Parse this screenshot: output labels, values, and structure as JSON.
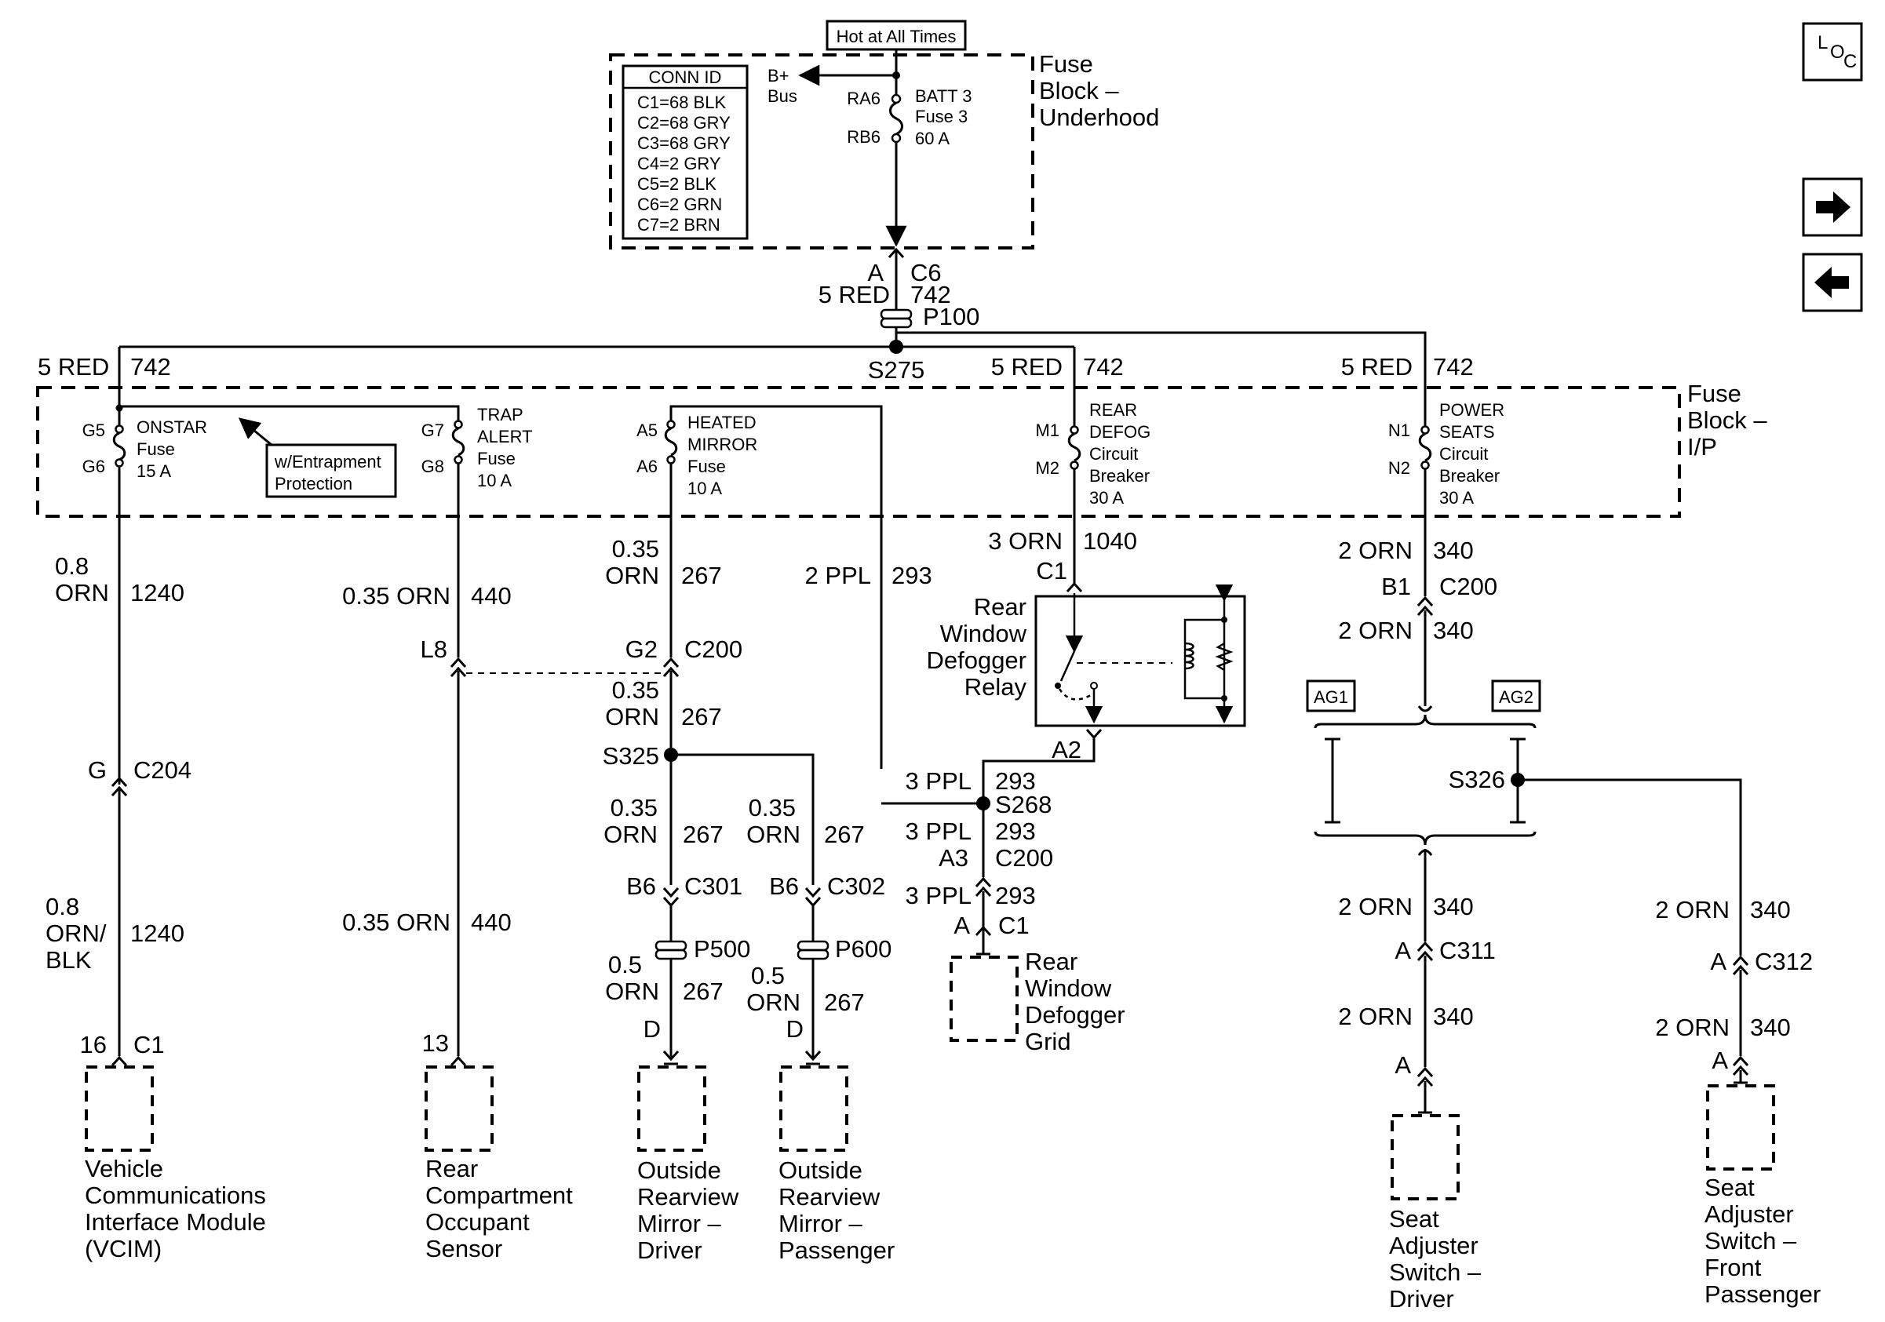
{
  "source": {
    "label": "Hot at All Times"
  },
  "underhood": {
    "title": [
      "Fuse",
      "Block –",
      "Underhood"
    ],
    "conn_id_title": "CONN ID",
    "conn_ids": [
      "C1=68 BLK",
      "C2=68 GRY",
      "C3=68 GRY",
      "C4=2 GRY",
      "C5=2 BLK",
      "C6=2 GRN",
      "C7=2 BRN"
    ],
    "bus": [
      "B+",
      "Bus"
    ],
    "pin_in": "RA6",
    "pin_out": "RB6",
    "fuse": [
      "BATT 3",
      "Fuse 3",
      "60 A"
    ]
  },
  "feed": {
    "pin": "A",
    "connector": "C6",
    "wire": "5 RED",
    "circuit": "742",
    "pass_through": "P100",
    "splice": "S275"
  },
  "ip_block": {
    "title": [
      "Fuse",
      "Block –",
      "I/P"
    ]
  },
  "branch_labels": [
    {
      "wire": "5 RED",
      "circuit": "742"
    },
    {
      "wire": "5 RED",
      "circuit": "742"
    },
    {
      "wire": "5 RED",
      "circuit": "742"
    }
  ],
  "fuses": [
    {
      "pin_in": "G5",
      "pin_out": "G6",
      "name": [
        "ONSTAR",
        "Fuse",
        "15 A"
      ]
    },
    {
      "pin_in": "G7",
      "pin_out": "G8",
      "name": [
        "TRAP",
        "ALERT",
        "Fuse",
        "10 A"
      ]
    },
    {
      "pin_in": "A5",
      "pin_out": "A6",
      "name": [
        "HEATED",
        "MIRROR",
        "Fuse",
        "10 A"
      ]
    },
    {
      "pin_in": "M1",
      "pin_out": "M2",
      "name": [
        "REAR",
        "DEFOG",
        "Circuit",
        "Breaker",
        "30 A"
      ]
    },
    {
      "pin_in": "N1",
      "pin_out": "N2",
      "name": [
        "POWER",
        "SEATS",
        "Circuit",
        "Breaker",
        "30 A"
      ]
    }
  ],
  "entrapment": [
    "w/Entrapment",
    "Protection"
  ],
  "onstar": {
    "wire_a": [
      "0.8",
      "ORN"
    ],
    "circuit_a": "1240",
    "conn_pin": "G",
    "conn": "C204",
    "wire_b": [
      "0.8",
      "ORN/",
      "BLK"
    ],
    "circuit_b": "1240",
    "module_pin": "16",
    "module_conn": "C1",
    "module": [
      "Vehicle",
      "Communications",
      "Interface Module",
      "(VCIM)"
    ]
  },
  "trap": {
    "wire_a": "0.35 ORN",
    "circuit_a": "440",
    "conn_pin": "L8",
    "wire_b": "0.35 ORN",
    "circuit_b": "440",
    "module_pin": "13",
    "module": [
      "Rear",
      "Compartment",
      "Occupant",
      "Sensor"
    ]
  },
  "mirror": {
    "wire_a": [
      "0.35",
      "ORN"
    ],
    "circuit_a": "267",
    "conn_pin": "G2",
    "conn": "C200",
    "wire_b": [
      "0.35",
      "ORN"
    ],
    "circuit_b": "267",
    "splice": "S325",
    "driver": {
      "wire": [
        "0.35",
        "ORN"
      ],
      "circuit": "267",
      "pin": "B6",
      "conn": "C301",
      "pass": "P500",
      "wire2": [
        "0.5",
        "ORN"
      ],
      "circuit2": "267",
      "pin2": "D",
      "module": [
        "Outside",
        "Rearview",
        "Mirror –",
        "Driver"
      ]
    },
    "passenger": {
      "wire": [
        "0.35",
        "ORN"
      ],
      "circuit": "267",
      "pin": "B6",
      "conn": "C302",
      "pass": "P600",
      "wire2": [
        "0.5",
        "ORN"
      ],
      "circuit2": "267",
      "pin2": "D",
      "module": [
        "Outside",
        "Rearview",
        "Mirror –",
        "Passenger"
      ]
    }
  },
  "defog": {
    "wire_a": "3 ORN",
    "circuit_a": "1040",
    "relay_pin_in": "C1",
    "relay": [
      "Rear",
      "Window",
      "Defogger",
      "Relay"
    ],
    "relay_pin_out": "A2",
    "wire_b": "3 PPL",
    "circuit_b": "293",
    "splice": "S268",
    "mirror_feed_wire": "2 PPL",
    "mirror_feed_circuit": "293",
    "wire_c": "3 PPL",
    "circuit_c": "293",
    "conn_pin": "A3",
    "conn": "C200",
    "wire_d": "3 PPL",
    "circuit_d": "293",
    "grid_pin": "A",
    "grid_conn": "C1",
    "grid": [
      "Rear",
      "Window",
      "Defogger",
      "Grid"
    ]
  },
  "seats": {
    "wire_a": "2 ORN",
    "circuit_a": "340",
    "conn_pin": "B1",
    "conn": "C200",
    "wire_b": "2 ORN",
    "circuit_b": "340",
    "tag_left": "AG1",
    "tag_right": "AG2",
    "splice": "S326",
    "driver": {
      "wire": "2 ORN",
      "circuit": "340",
      "pin": "A",
      "conn": "C311",
      "wire2": "2 ORN",
      "circuit2": "340",
      "pin2": "A",
      "module": [
        "Seat",
        "Adjuster",
        "Switch –",
        "Driver"
      ]
    },
    "passenger": {
      "wire": "2 ORN",
      "circuit": "340",
      "pin": "A",
      "conn": "C312",
      "wire2": "2 ORN",
      "circuit2": "340",
      "pin2": "A",
      "module": [
        "Seat",
        "Adjuster",
        "Switch –",
        "Front",
        "Passenger"
      ]
    }
  },
  "nav": {
    "loc_label": "LOC",
    "forward_icon": "arrow-right-icon",
    "back_icon": "arrow-left-icon"
  }
}
